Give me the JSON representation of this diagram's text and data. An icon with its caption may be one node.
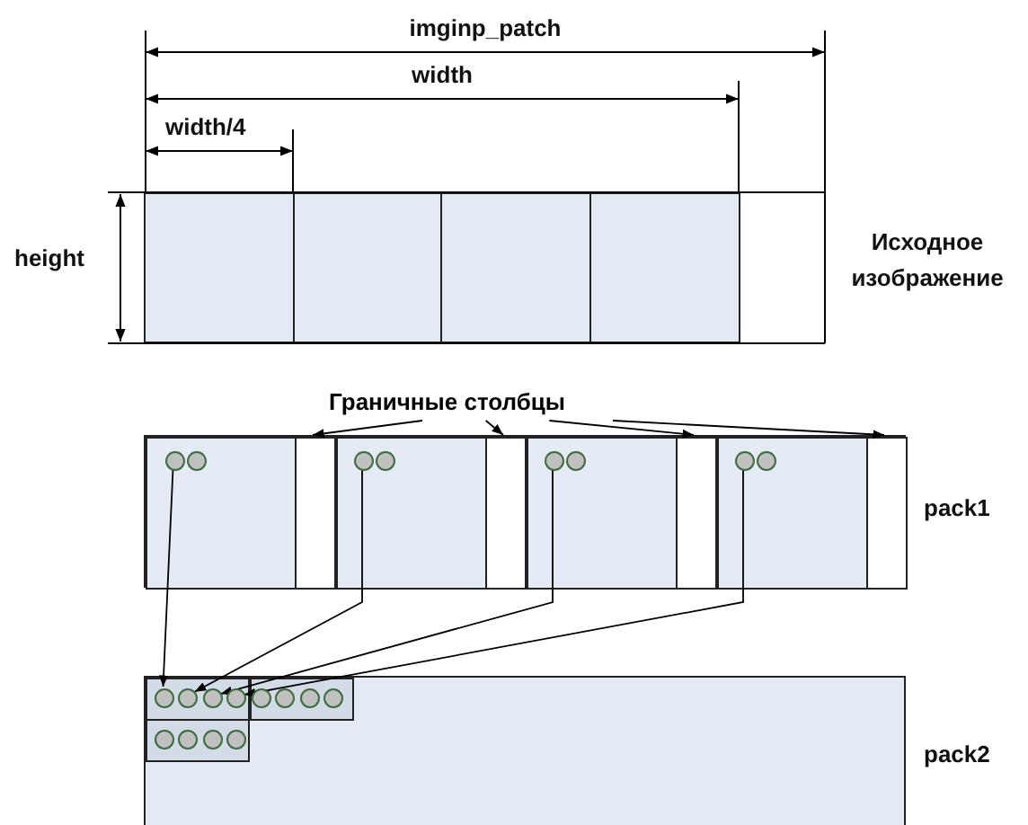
{
  "diagram": {
    "nodes": [
      {
        "text": [],
        "shape": "box"
      },
      {
        "text": [],
        "shape": "box",
        "beside": [
          "pack1"
        ]
      },
      {
        "text": [],
        "shape": "box",
        "in": 1
      },
      {
        "text": [],
        "shape": "box",
        "in": 1
      },
      {
        "text": [],
        "shape": "box",
        "in": 1
      },
      {
        "text": [],
        "shape": "box",
        "in": 1
      },
      {
        "text": [],
        "shape": "circle",
        "in": 1
      },
      {
        "text": [],
        "shape": "circle",
        "in": 1
      },
      {
        "text": [],
        "shape": "circle",
        "in": 1
      },
      {
        "text": [],
        "shape": "circle",
        "in": 1
      },
      {
        "text": [],
        "shape": "circle",
        "in": 1
      },
      {
        "text": [],
        "shape": "circle",
        "in": 1
      },
      {
        "text": [],
        "shape": "circle",
        "in": 1
      },
      {
        "text": [],
        "shape": "circle",
        "in": 1
      },
      {
        "text": [],
        "shape": "box",
        "beside": [
          "pack2"
        ]
      },
      {
        "text": [],
        "shape": "circle",
        "in": 14
      },
      {
        "text": [],
        "shape": "circle",
        "in": 14
      },
      {
        "text": [],
        "shape": "circle",
        "in": 14
      },
      {
        "text": [],
        "shape": "circle",
        "in": 14
      },
      {
        "text": [],
        "shape": "circle",
        "in": 14
      },
      {
        "text": [],
        "shape": "circle",
        "in": 14
      },
      {
        "text": [],
        "shape": "circle",
        "in": 14
      },
      {
        "text": [],
        "shape": "circle",
        "in": 14
      },
      {
        "text": [],
        "shape": "circle",
        "in": 14
      },
      {
        "text": [],
        "shape": "circle",
        "in": 14
      },
      {
        "text": [],
        "shape": "circle",
        "in": 14
      },
      {
        "text": [],
        "shape": "circle",
        "in": 14
      },
      {
        "text": [
          "Граничные столбцы"
        ]
      }
    ],
    "edges": [
      {
        "from": 27,
        "to": 2,
        "arrow": "to"
      },
      {
        "from": 27,
        "to": 3,
        "arrow": "to"
      },
      {
        "from": 27,
        "to": 4,
        "arrow": "to"
      },
      {
        "from": 27,
        "to": 5,
        "arrow": "to"
      },
      {
        "from": 6,
        "to": 15,
        "arrow": "to"
      },
      {
        "from": 8,
        "to": 16,
        "arrow": "to"
      },
      {
        "from": 10,
        "to": 17,
        "arrow": "to"
      },
      {
        "from": 12,
        "to": 18,
        "arrow": "to"
      }
    ],
    "labels": [
      "imginp_patch",
      "width",
      "width/4",
      "height",
      "Исходное изображение"
    ]
  }
}
